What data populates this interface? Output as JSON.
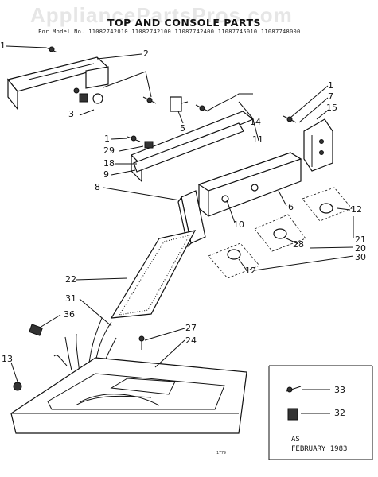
{
  "header": {
    "watermark": "AppliancePartsPros.com",
    "title": "TOP AND CONSOLE PARTS",
    "model_line": "For Model No. 11082742010 11082742100 11087742400 11087745010 11087748000"
  },
  "callouts": {
    "c1a": "1",
    "c2": "2",
    "c3": "3",
    "c5": "5",
    "c14": "14",
    "c1b": "1",
    "c7": "7",
    "c15": "15",
    "c1c": "1",
    "c29": "29",
    "c18": "18",
    "c9": "9",
    "c11": "11",
    "c8": "8",
    "c6": "6",
    "c10": "10",
    "c12a": "12",
    "c28": "28",
    "c21": "21",
    "c20": "20",
    "c30": "30",
    "c12b": "12",
    "c22": "22",
    "c31": "31",
    "c36": "36",
    "c27": "27",
    "c24": "24",
    "c13": "13",
    "c33": "33",
    "c32": "32"
  },
  "inset": {
    "note_line1": "AS",
    "note_line2": "FEBRUARY 1983"
  },
  "footer": {
    "page_code": "1779"
  }
}
